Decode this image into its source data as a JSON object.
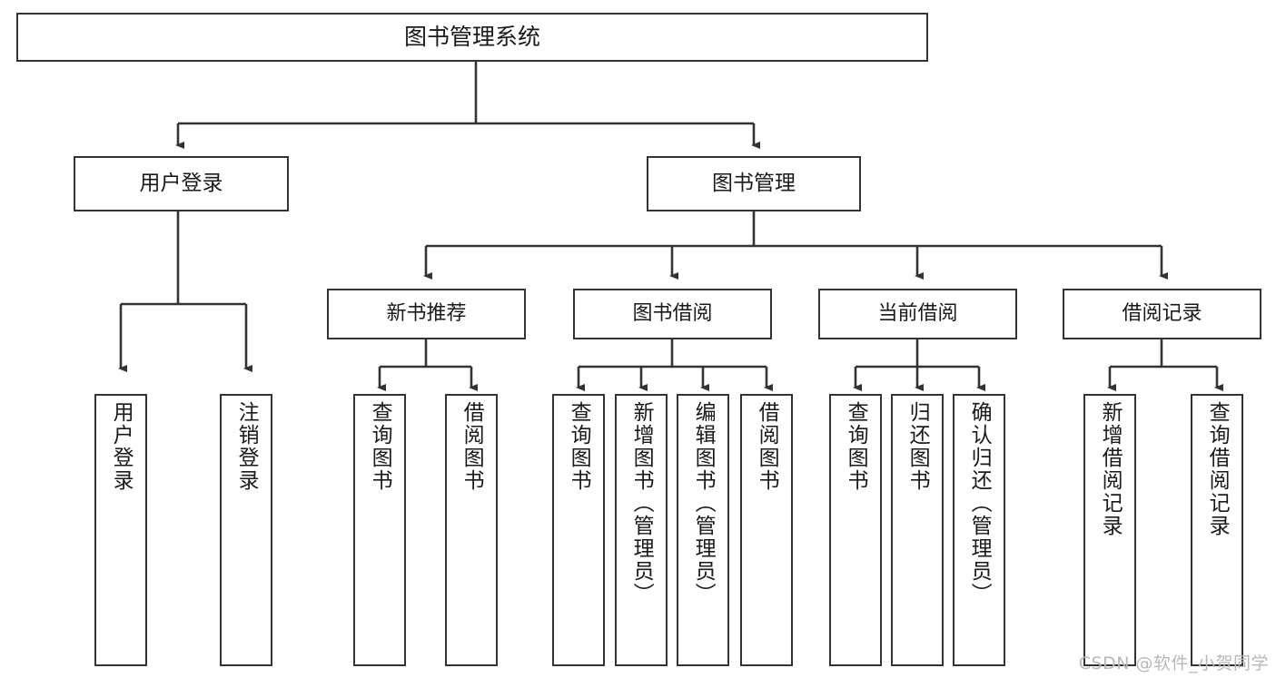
{
  "diagram": {
    "type": "tree",
    "title": "图书管理系统",
    "watermark": "CSDN @软件_小贺同学",
    "colors": {
      "background": "#ffffff",
      "box_border": "#333333",
      "box_fill": "#ffffff",
      "connector": "#333333",
      "text": "#1a1a1a",
      "watermark": "#b9b9b9"
    },
    "nodes": {
      "root": {
        "label": "图书管理系统"
      },
      "level1": [
        {
          "label": "用户登录"
        },
        {
          "label": "图书管理"
        }
      ],
      "level2": [
        {
          "label": "新书推荐"
        },
        {
          "label": "图书借阅"
        },
        {
          "label": "当前借阅"
        },
        {
          "label": "借阅记录"
        }
      ],
      "leaves": {
        "user_login": [
          {
            "label": "用户登录"
          },
          {
            "label": "注销登录"
          }
        ],
        "new_book_recommend": [
          {
            "label": "查询图书"
          },
          {
            "label": "借阅图书"
          }
        ],
        "book_borrow": [
          {
            "label": "查询图书"
          },
          {
            "label": "新增图书（管理员）"
          },
          {
            "label": "编辑图书（管理员）"
          },
          {
            "label": "借阅图书"
          }
        ],
        "current_borrow": [
          {
            "label": "查询图书"
          },
          {
            "label": "归还图书"
          },
          {
            "label": "确认归还（管理员）"
          }
        ],
        "borrow_record": [
          {
            "label": "新增借阅记录"
          },
          {
            "label": "查询借阅记录"
          }
        ]
      }
    }
  }
}
